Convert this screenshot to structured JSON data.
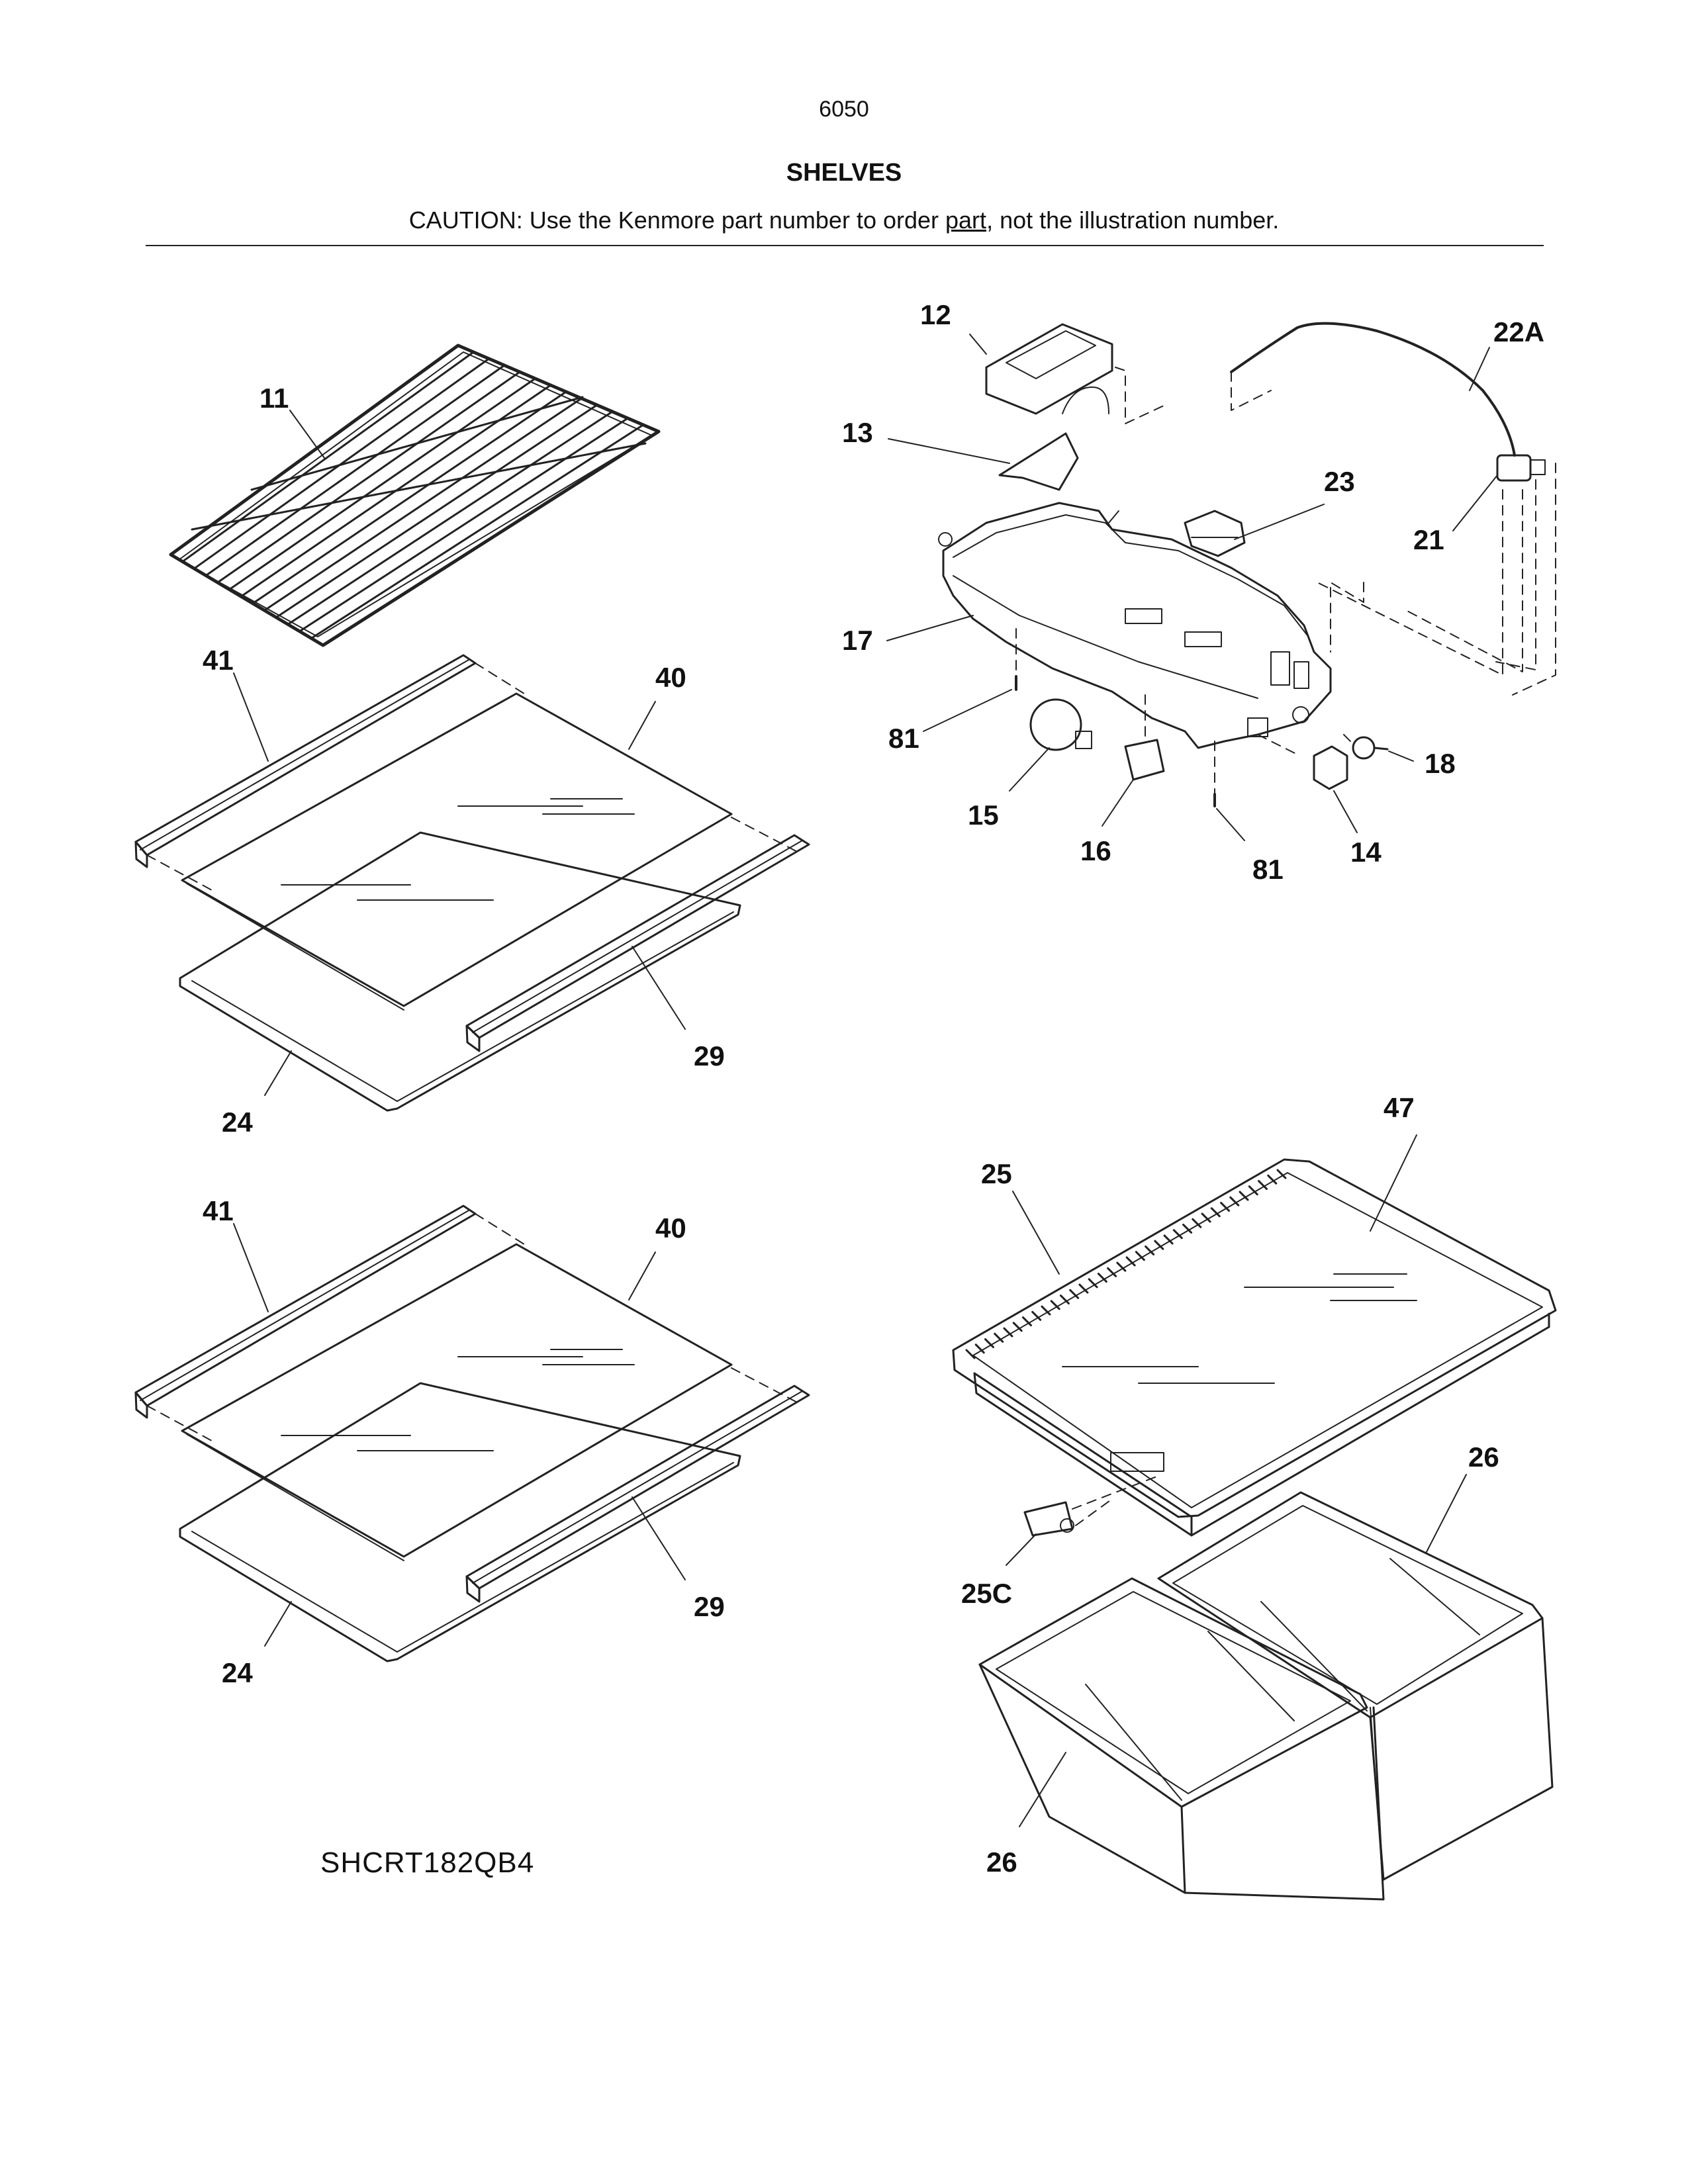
{
  "header": {
    "page_number": "6050",
    "title": "SHELVES",
    "caution_pre": "CAUTION: Use the Kenmore part number to order ",
    "caution_link": "part",
    "caution_post": ", not the illustration number."
  },
  "model": "SHCRT182QB4",
  "callouts": {
    "c11": "11",
    "c41a": "41",
    "c40a": "40",
    "c29a": "29",
    "c24a": "24",
    "c41b": "41",
    "c40b": "40",
    "c29b": "29",
    "c24b": "24",
    "c12": "12",
    "c22a": "22A",
    "c13": "13",
    "c23": "23",
    "c21": "21",
    "c17": "17",
    "c81a": "81",
    "c18": "18",
    "c15": "15",
    "c16": "16",
    "c81b": "81",
    "c14": "14",
    "c47": "47",
    "c25": "25",
    "c26a": "26",
    "c25c": "25C",
    "c26b": "26"
  }
}
